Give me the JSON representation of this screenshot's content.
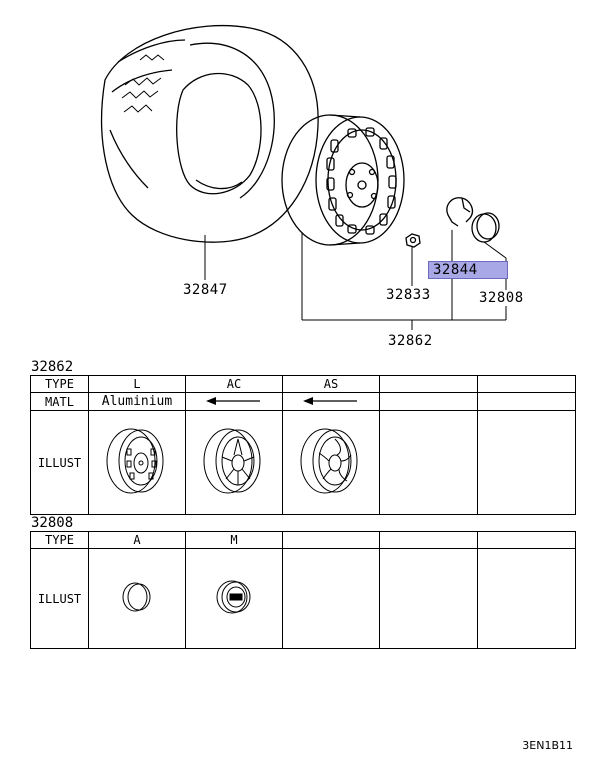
{
  "diagram": {
    "callouts": {
      "tire": "32847",
      "ring": "32844",
      "nut": "32833",
      "cap": "32808",
      "wheel": "32862"
    }
  },
  "table1": {
    "part_no": "32862",
    "row_labels": [
      "TYPE",
      "MATL",
      "ILLUST"
    ],
    "types": [
      "L",
      "AC",
      "AS",
      "",
      ""
    ],
    "matl": "Aluminium"
  },
  "table2": {
    "part_no": "32808",
    "row_labels": [
      "TYPE",
      "ILLUST"
    ],
    "types": [
      "A",
      "M",
      "",
      "",
      ""
    ]
  },
  "footer": {
    "code": "3EN1B11"
  },
  "colors": {
    "highlight": "#a8a8e6",
    "line": "#000000"
  }
}
